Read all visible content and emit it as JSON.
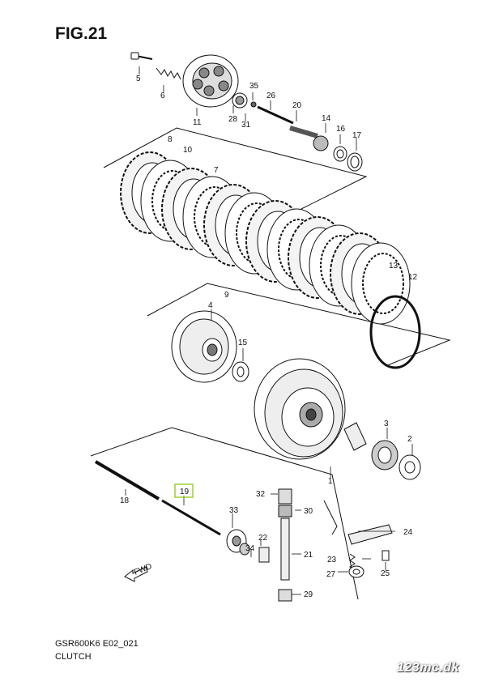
{
  "figure_title": "FIG.21",
  "model_code": "GSR600K6 E02_021",
  "section_name": "CLUTCH",
  "watermark": "123mc.dk",
  "fwd_label": "FWD",
  "highlight_color": "#9acd32",
  "part_labels": [
    "5",
    "6",
    "11",
    "35",
    "26",
    "28",
    "31",
    "20",
    "14",
    "16",
    "17",
    "8",
    "10",
    "7",
    "9",
    "13",
    "12",
    "4",
    "15",
    "3",
    "2",
    "1",
    "18",
    "19",
    "33",
    "32",
    "30",
    "24",
    "34",
    "22",
    "21",
    "23",
    "25",
    "27",
    "29"
  ]
}
